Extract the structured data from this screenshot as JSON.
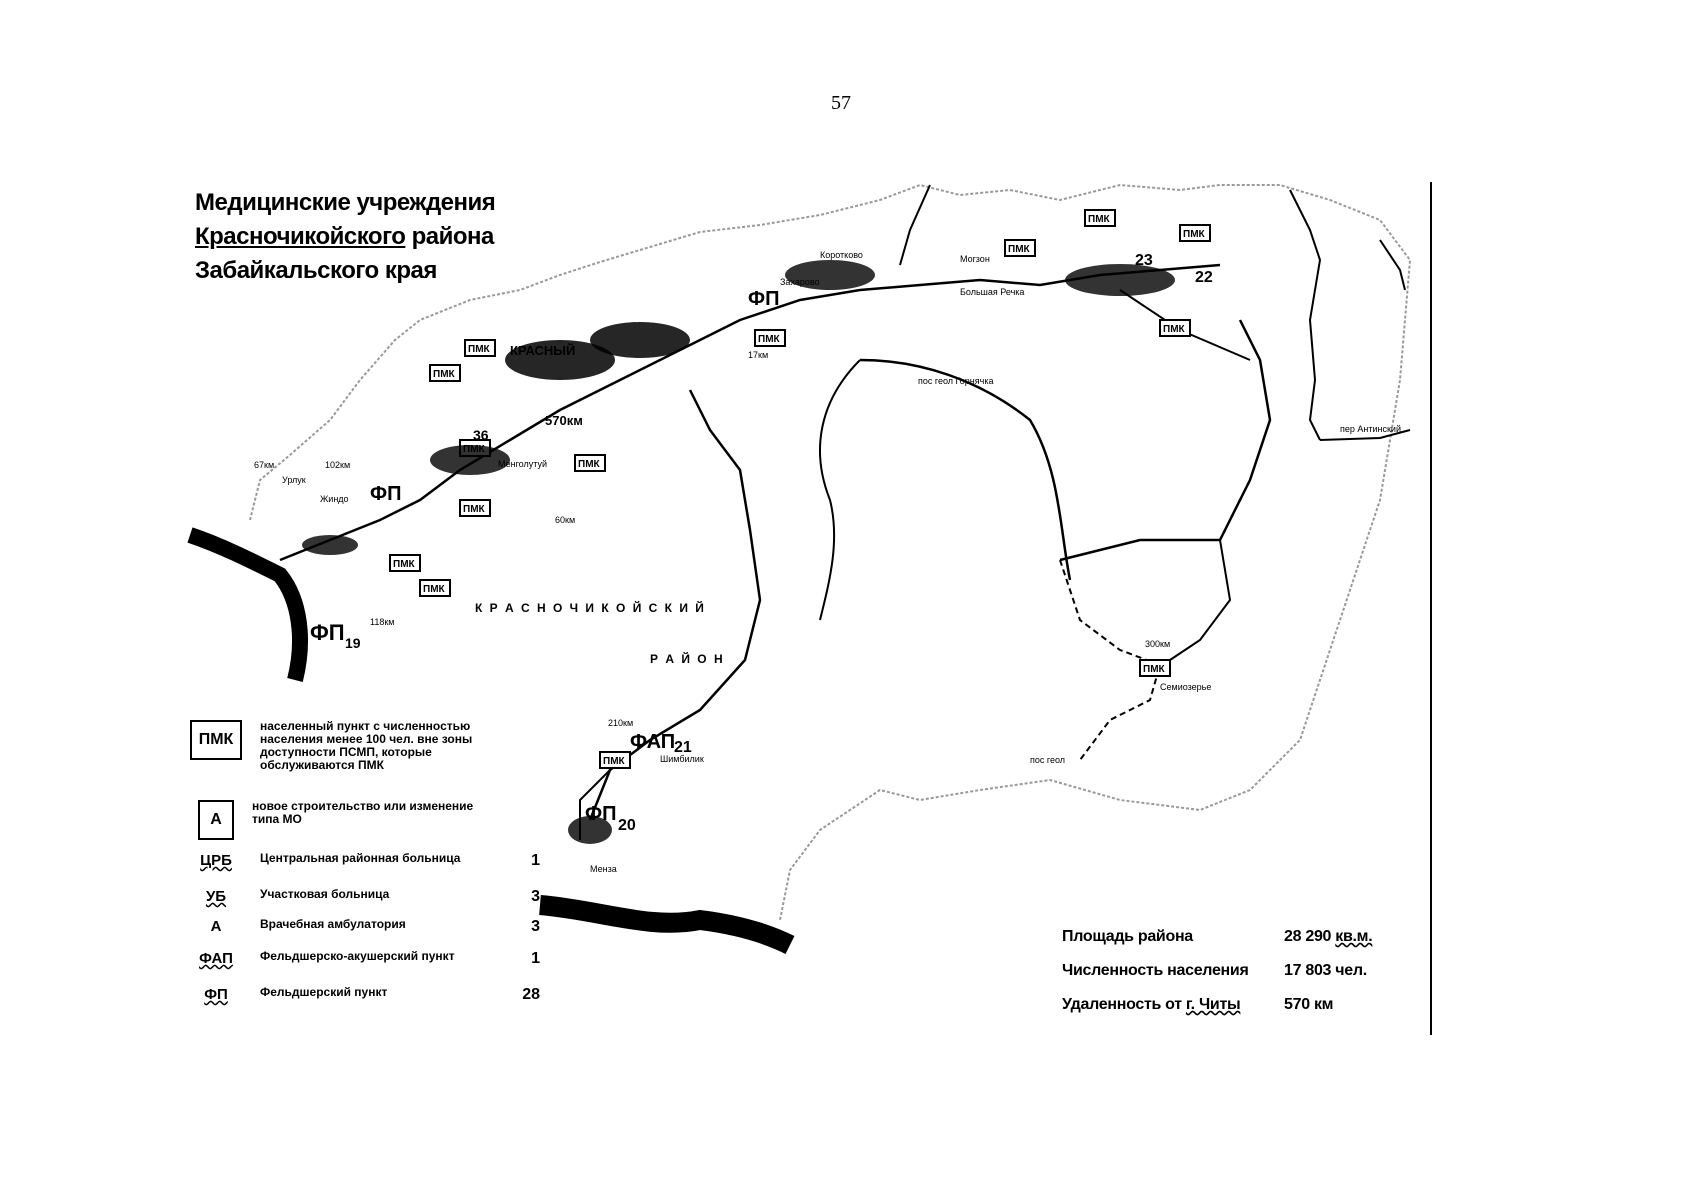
{
  "page": {
    "number": "57"
  },
  "map": {
    "title_line1": "Медицинские учреждения",
    "title_line2_underlined": "Красночикойского",
    "title_line2_rest": " района",
    "title_line3": "Забайкальского края",
    "district_label_line1": "К Р А С Н О Ч И К О Й С К И Й",
    "district_label_line2": "Р А Й О Н",
    "places": [
      {
        "name": "Урлук"
      },
      {
        "name": "Могзон"
      },
      {
        "name": "Большая Речка"
      },
      {
        "name": "пос геол Горнячка"
      },
      {
        "name": "пер Антинский"
      },
      {
        "name": "Семиозерье"
      },
      {
        "name": "пос геол"
      },
      {
        "name": "Менза"
      },
      {
        "name": "Шимбилик"
      },
      {
        "name": "Менголутуй"
      },
      {
        "name": "Жиндо"
      },
      {
        "name": "Коротково"
      },
      {
        "name": "Захарово"
      }
    ],
    "labels": {
      "pmk": "ПМК",
      "fp": "ФП",
      "fap": "ФАП",
      "krasny": "КРАСНЫЙ",
      "dist_570": "570км",
      "dist_210": "210км",
      "dist_300": "300км",
      "dist_67": "67км",
      "dist_102": "102км",
      "dist_118": "118км",
      "dist_60": "60км",
      "dist_17": "17км",
      "num_21": "21",
      "num_20": "20",
      "num_22": "22",
      "num_23": "23",
      "num_36": "36",
      "num_19": "19"
    }
  },
  "legend": {
    "pmk": {
      "symbol": "ПМК",
      "text": "населенный пункт с численностью населения менее 100 чел. вне зоны доступности ПСМП, которые обслуживаются ПМК"
    },
    "new_building": {
      "symbol": "А",
      "text": "новое строительство или изменение типа МО"
    },
    "items": [
      {
        "symbol": "ЦРБ",
        "text": "Центральная районная больница",
        "count": "1"
      },
      {
        "symbol": "УБ",
        "text": "Участковая больница",
        "count": "3"
      },
      {
        "symbol": "А",
        "text": "Врачебная амбулатория",
        "count": "3"
      },
      {
        "symbol": "ФАП",
        "text": "Фельдшерско-акушерский пункт",
        "count": "1"
      },
      {
        "symbol": "ФП",
        "text": "Фельдшерский пункт",
        "count": "28"
      }
    ]
  },
  "stats": {
    "area_label": "Площадь района",
    "area_value_num": "28 290",
    "area_value_unit": "кв.м.",
    "population_label": "Численность населения",
    "population_value": "17 803 чел.",
    "distance_label_prefix": "Удаленность от ",
    "distance_label_city": "г. Читы",
    "distance_value": "570 км"
  }
}
